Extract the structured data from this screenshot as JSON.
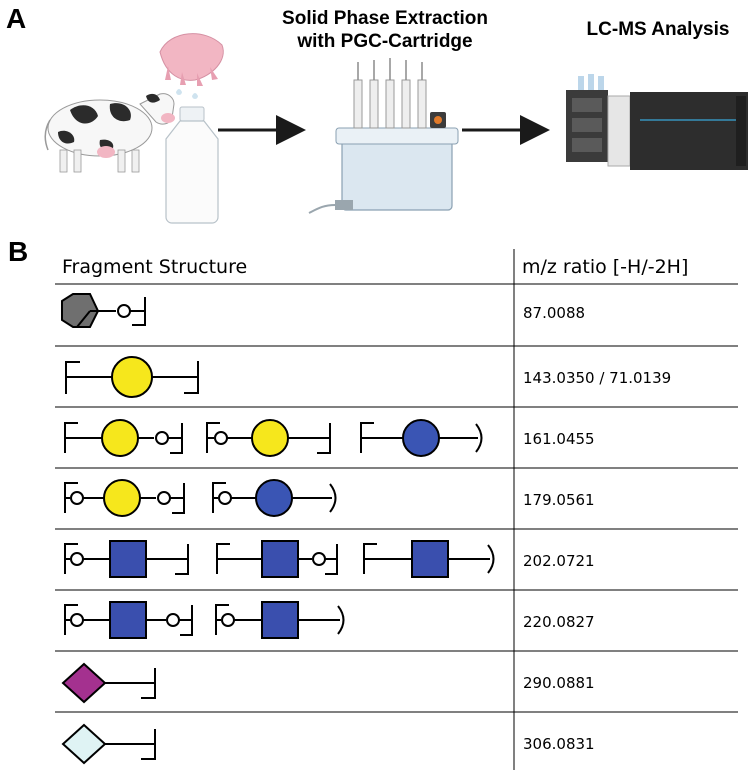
{
  "panelA": {
    "letter": "A",
    "step2_line1": "Solid Phase Extraction",
    "step2_line2": "with PGC-Cartridge",
    "step3": "LC-MS Analysis"
  },
  "panelB": {
    "letter": "B",
    "col1_header": "Fragment Structure",
    "col2_header": "m/z ratio [-H/-2H]",
    "rows": [
      {
        "mz": "87.0088",
        "fragments": [
          "grey-hexagon-xring-reducing"
        ]
      },
      {
        "mz": "143.0350 / 71.0139",
        "fragments": [
          "yellow-circle-crossring-both"
        ]
      },
      {
        "mz": "161.0455",
        "fragments": [
          "yellow-circle-B-Y",
          "yellow-circle-C-Y",
          "blue-circle-B-Z"
        ]
      },
      {
        "mz": "179.0561",
        "fragments": [
          "yellow-circle-C-C",
          "blue-circle-C-Z"
        ]
      },
      {
        "mz": "202.0721",
        "fragments": [
          "blue-square-C-Y",
          "blue-square-B-C",
          "blue-square-B-Z"
        ]
      },
      {
        "mz": "220.0827",
        "fragments": [
          "blue-square-C-C",
          "blue-square-C-Z"
        ]
      },
      {
        "mz": "290.0881",
        "fragments": [
          "purple-diamond-Y"
        ]
      },
      {
        "mz": "306.0831",
        "fragments": [
          "lightblue-diamond-Y"
        ]
      }
    ]
  },
  "colors": {
    "galactose_yellow": "#f6e71c",
    "glucose_blue": "#3a55b4",
    "glcnac_blue": "#3a4fae",
    "neu5ac_purple": "#a4318f",
    "neu5gc_lightblue": "#dff3f4",
    "grey": "#6f6f6f",
    "cow_spots": "#2b2b2b",
    "udder_pink": "#f2b6c3"
  }
}
